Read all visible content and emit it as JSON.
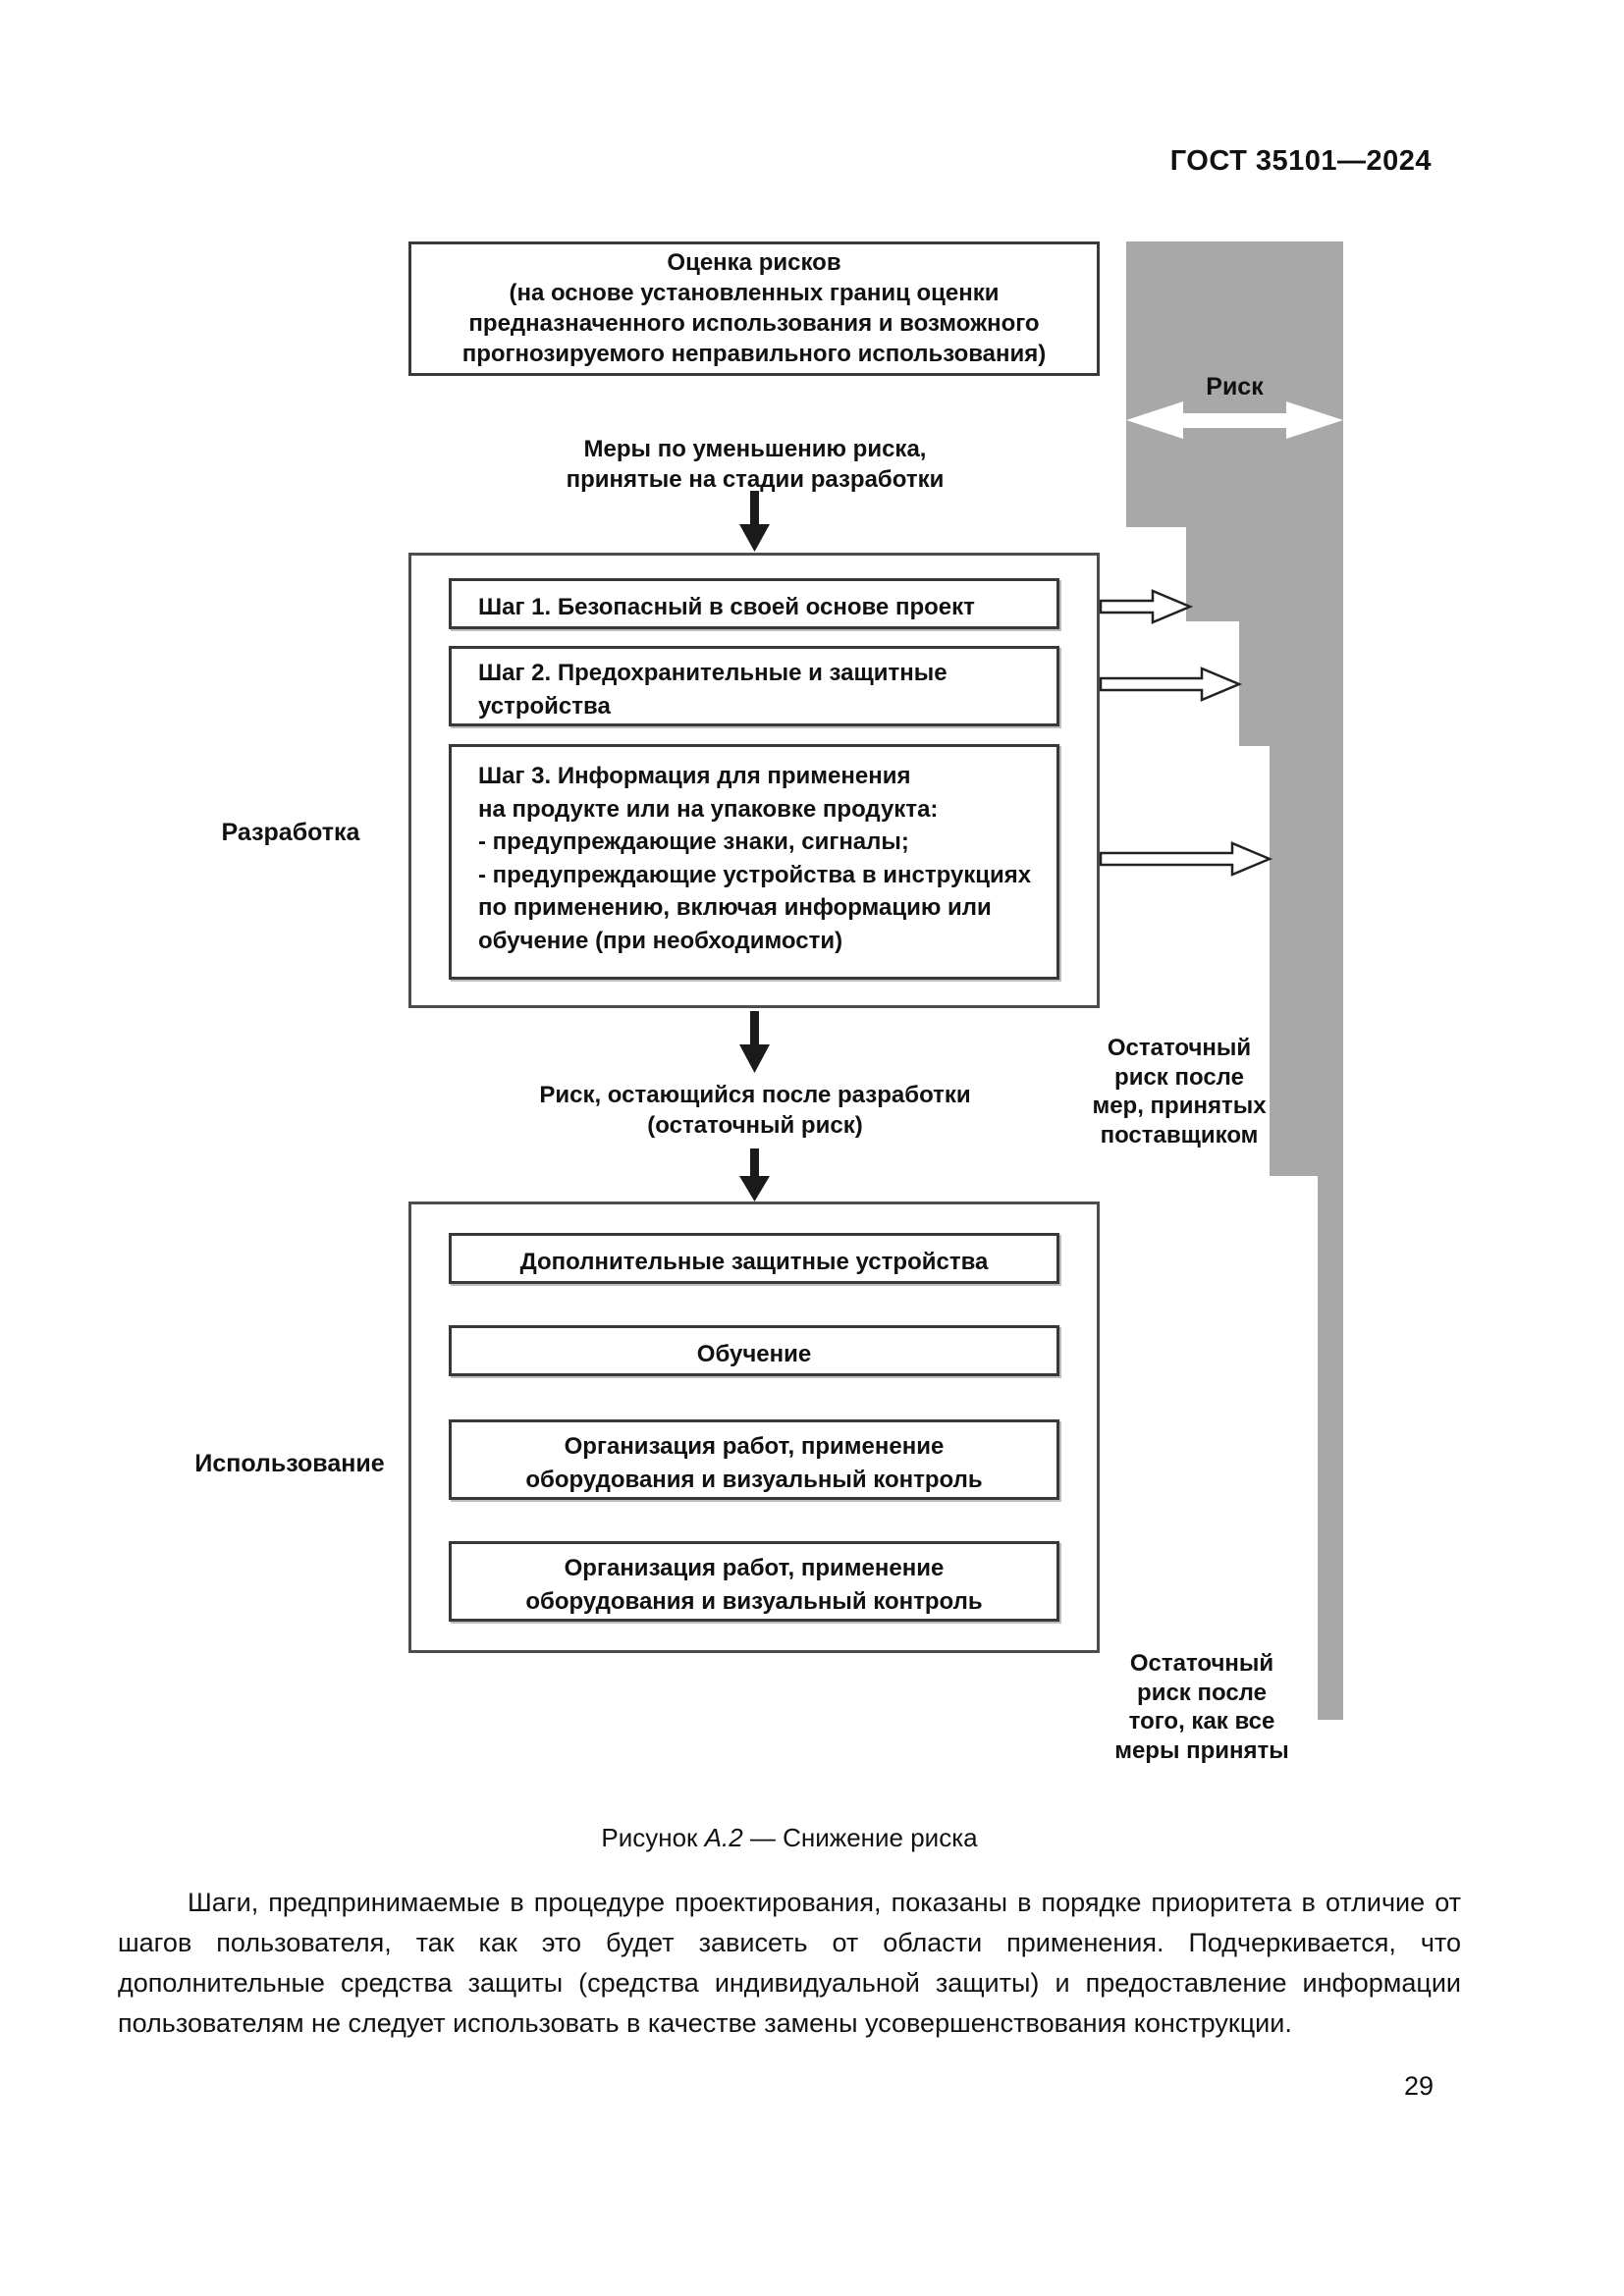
{
  "page": {
    "header": "ГОСТ 35101—2024",
    "page_number": "29"
  },
  "diagram": {
    "colors": {
      "risk_fill": "#a8a8a8",
      "arrow_black": "#1a1a1a"
    },
    "risk_label": "Риск",
    "assessment_box": {
      "lines": [
        "Оценка рисков",
        "(на основе установленных границ оценки",
        "предназначенного использования и возможного",
        "прогнозируемого неправильного использования)"
      ]
    },
    "measures_note": {
      "lines": [
        "Меры по уменьшению риска,",
        "принятые на стадии разработки"
      ]
    },
    "development_label": "Разработка",
    "development_steps": [
      {
        "lines": [
          "Шаг 1. Безопасный в своей основе проект"
        ]
      },
      {
        "lines": [
          "Шаг 2. Предохранительные и защитные",
          "устройства"
        ]
      },
      {
        "lines": [
          "Шаг 3. Информация для применения",
          "на продукте или на упаковке продукта:",
          "- предупреждающие знаки, сигналы;",
          "- предупреждающие устройства в инструкциях",
          "по применению, включая информацию или",
          "обучение (при необходимости)"
        ]
      }
    ],
    "residual_note": {
      "lines": [
        "Риск, остающийся после разработки",
        "(остаточный риск)"
      ]
    },
    "supplier_residual": {
      "lines": [
        "Остаточный",
        "риск после",
        "мер, принятых",
        "поставщиком"
      ]
    },
    "use_label": "Использование",
    "use_steps": [
      {
        "lines": [
          "Дополнительные защитные устройства"
        ]
      },
      {
        "lines": [
          "Обучение"
        ]
      },
      {
        "lines": [
          "Организация работ, применение",
          "оборудования и визуальный контроль"
        ]
      },
      {
        "lines": [
          "Организация работ, применение",
          "оборудования и визуальный контроль"
        ]
      }
    ],
    "final_residual": {
      "lines": [
        "Остаточный",
        "риск после",
        "того, как все",
        "меры приняты"
      ]
    }
  },
  "caption": {
    "prefix": "Рисунок ",
    "label": "А.2",
    "suffix": " — Снижение риска"
  },
  "paragraph": "Шаги, предпринимаемые в процедуре проектирования, показаны в порядке приоритета в отличие от шагов пользователя, так как это будет зависеть от области применения. Подчеркивается, что дополнительные средства защиты (средства индивидуальной защиты) и предоставление информации пользователям не следует использовать в качестве замены усовершенствования конструкции."
}
